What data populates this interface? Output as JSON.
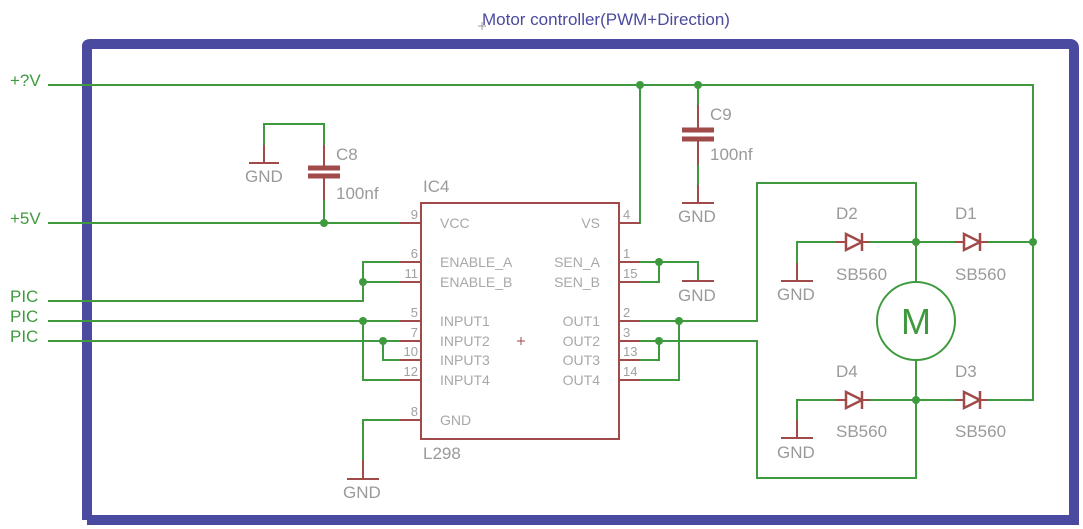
{
  "title": "Motor controller(PWM+Direction)",
  "nets": {
    "vmotor": "+?V",
    "v5": "+5V",
    "pic1": "PIC",
    "pic2": "PIC",
    "pic3": "PIC"
  },
  "capacitors": [
    {
      "ref": "C8",
      "value": "100nf"
    },
    {
      "ref": "C9",
      "value": "100nf"
    }
  ],
  "ic": {
    "ref": "IC4",
    "value": "L298",
    "left_pins": [
      {
        "num": "9",
        "name": "VCC"
      },
      {
        "num": "6",
        "name": "ENABLE_A"
      },
      {
        "num": "11",
        "name": "ENABLE_B"
      },
      {
        "num": "5",
        "name": "INPUT1"
      },
      {
        "num": "7",
        "name": "INPUT2"
      },
      {
        "num": "10",
        "name": "INPUT3"
      },
      {
        "num": "12",
        "name": "INPUT4"
      },
      {
        "num": "8",
        "name": "GND"
      }
    ],
    "right_pins": [
      {
        "num": "4",
        "name": "VS"
      },
      {
        "num": "1",
        "name": "SEN_A"
      },
      {
        "num": "15",
        "name": "SEN_B"
      },
      {
        "num": "2",
        "name": "OUT1"
      },
      {
        "num": "3",
        "name": "OUT2"
      },
      {
        "num": "13",
        "name": "OUT3"
      },
      {
        "num": "14",
        "name": "OUT4"
      }
    ]
  },
  "diodes": [
    {
      "ref": "D2",
      "value": "SB560"
    },
    {
      "ref": "D1",
      "value": "SB560"
    },
    {
      "ref": "D4",
      "value": "SB560"
    },
    {
      "ref": "D3",
      "value": "SB560"
    }
  ],
  "motor": {
    "symbol": "M"
  },
  "gnd_label": "GND"
}
